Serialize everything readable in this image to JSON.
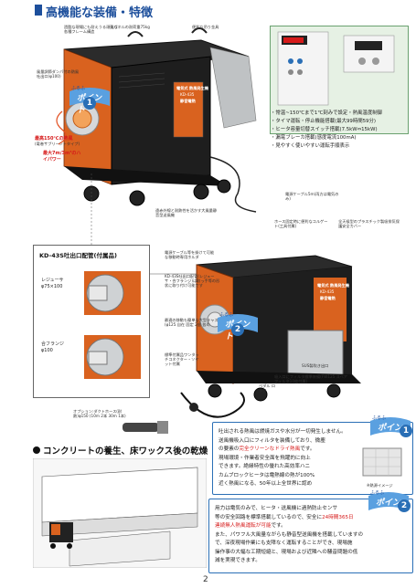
{
  "header": {
    "title": "高機能な装備・特徴"
  },
  "top_machine": {
    "labels": {
      "frame": "過酷な現場にも耐えうる頑強な各種フレーム構造",
      "weight": "天パネルの耐荷重75kg",
      "handle": "便利な吊り金具",
      "damper": "風量調節ダンパ付の熱風吐出口(φ100)",
      "hot_air": "最高150℃の熱風",
      "hot_air_sub": "(竜巻サブリーントタイプ)",
      "hi_way": "最大7m/3m³のハイパワー",
      "sheath": "遠赤外線と耐熱性を活かす大風量静音型送風機",
      "cable": "電源ケーブル5m(両方は電気のみ)"
    },
    "panel_text": {
      "brand": "電気式 熱風発生機",
      "model": "KD-435",
      "name": "静音電熱"
    }
  },
  "point1": {
    "furi": "ふるふ",
    "label": "ポイント",
    "num": "1"
  },
  "spec_list": [
    "常温~150℃まで1℃刻みで設定・熱風温度制御",
    "タイマ運転・停止機能搭載(最大99時間59分)",
    "ヒータ容量切替スイッチ搭載(7.5kW⇔15kW)",
    "漏電ブレーカ搭載(感度電流100mA)",
    "見やすく使いやすい運転手順表示"
  ],
  "kd_box": {
    "title": "KD-43S吐出口配管(付属品)",
    "reducer_label": "レジューサ",
    "reducer_size": "φ75×100",
    "flange_label": "合フランジ",
    "flange_size": "φ100"
  },
  "bottom_machine": {
    "labels": {
      "hose": "ホース固定時に便利なコルゲート(工具付属)",
      "cover": "全天候型のプラスチック製吸排気保護安全カバー",
      "cable_hold": "電源ケーブル等を掛けて可能な移動時専用ホルダ",
      "outlet": "KD-43S吐出口配管(レジューサ・合フランジ)は取っ手等の形状に取り付け可能です",
      "caster": "最適の移動も簡単な大型キャスター(φ125 自在 固定 2個 各4)",
      "connector": "標準付属品ワンタッチコネクター・ソケット付属",
      "duct": "オプション:ダクトホース(耐熱)φ150 (10m 2本 30m 1本)",
      "filter": "吸入口にフィルタ標準装備(FW125 スペアフィルタ10枚付属)",
      "pedal": "ペダル ロック",
      "option_bag": "SUS製吹き出口"
    },
    "panel_text": {
      "brand": "電気式 熱風発生機",
      "model": "KD-435",
      "name": "静音電熱"
    }
  },
  "point2": {
    "furi": "ふるふ",
    "label": "ポイント",
    "num": "2"
  },
  "textbox1": {
    "lines_a": [
      "吐出される熱風は燃焼ガスや水分が一切発生しません。",
      "送風機吸入口にフィルタを装備しており、微塵"
    ],
    "line_b_pre": "の要素の",
    "line_b_red": "完全クリーンなドライ熱風",
    "line_b_post": "です。",
    "lines_c": [
      "現場環境・作業者安全面を飛躍的に向上",
      "できます。絶縁特性の優れた高効率ハニ",
      "カムブロックヒータは電熱線の熱が100%",
      "近く熱風になる、50年以上全世界に認め",
      "られている理想の熱風発生用ヒータです。"
    ],
    "caption": "※熱源イメージ"
  },
  "textbox2": {
    "line1": "用力は電気のみで、ヒータ・送風機に過熱防止センサ",
    "line2": "等の安全回路を標準搭載しているので、安全に",
    "line2_red": "24時間365日",
    "line3_red": "連続無人熱風運転が可能",
    "line3": "です。",
    "line4": "また、パワフル大風量ながらも静音型送風機を搭載していますの",
    "line5": "で、深夜現場作業にも支障なく運転することができ、現場施",
    "line6": "操作事の大幅な工期短縮と、現場および近隣への騒音問題の低",
    "line7": "減を実現できます。"
  },
  "section2": {
    "title": "コンクリートの養生、床ワックス後の乾燥"
  },
  "page": {
    "number": "2"
  },
  "colors": {
    "accent": "#1d4f9c",
    "red": "#d61a1a",
    "machine": "#222222",
    "panel_orange": "#d9621f"
  }
}
